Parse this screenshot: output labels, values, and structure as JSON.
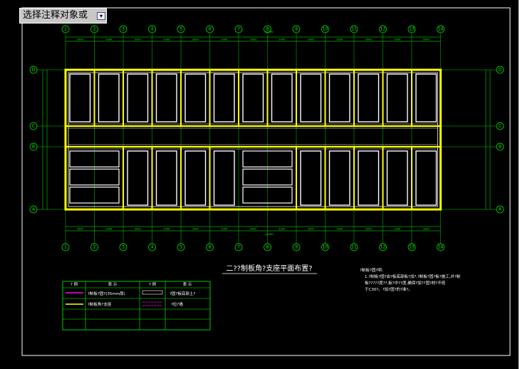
{
  "command_prompt": {
    "text": "选择注释对象或",
    "dropdown_glyph": "▾"
  },
  "drawing": {
    "title": "二??制板角?支座平面布置?",
    "axis_columns": [
      "1",
      "2",
      "3",
      "4",
      "5",
      "6",
      "7",
      "8",
      "9",
      "10",
      "11",
      "12",
      "13",
      "14"
    ],
    "axis_rows": [
      "D",
      "C",
      "B",
      "A"
    ],
    "dimension_top": [
      "3300",
      "3300",
      "3300",
      "3300",
      "3300",
      "3300",
      "3300",
      "3300",
      "3300",
      "3300",
      "3300",
      "3300",
      "3300"
    ],
    "total_length": "44700",
    "legend": {
      "headers": [
        "? 例",
        "表  示",
        "? 例",
        "表  示"
      ],
      "rows": [
        {
          "desc1": "?制板?固?(35mm厚)",
          "desc2": "?固?板底部土?"
        },
        {
          "desc1": "?制板角?支座",
          "desc2": "?拉?墙"
        }
      ]
    },
    "notes": {
      "heading": "?制板?固?明:",
      "lines": [
        "1.?制板?固?由?板底部板?加?,?制板?固?板?施工,并?制",
        "板?????度??,板?中??度,确保?加??固?材?不低",
        "于C30?。?加?固?的?准?。"
      ]
    }
  },
  "colors": {
    "background": "#000000",
    "grid": "#00ff00",
    "wall": "#ffff00",
    "beam": "#ffffff",
    "magenta": "#ff00ff"
  }
}
